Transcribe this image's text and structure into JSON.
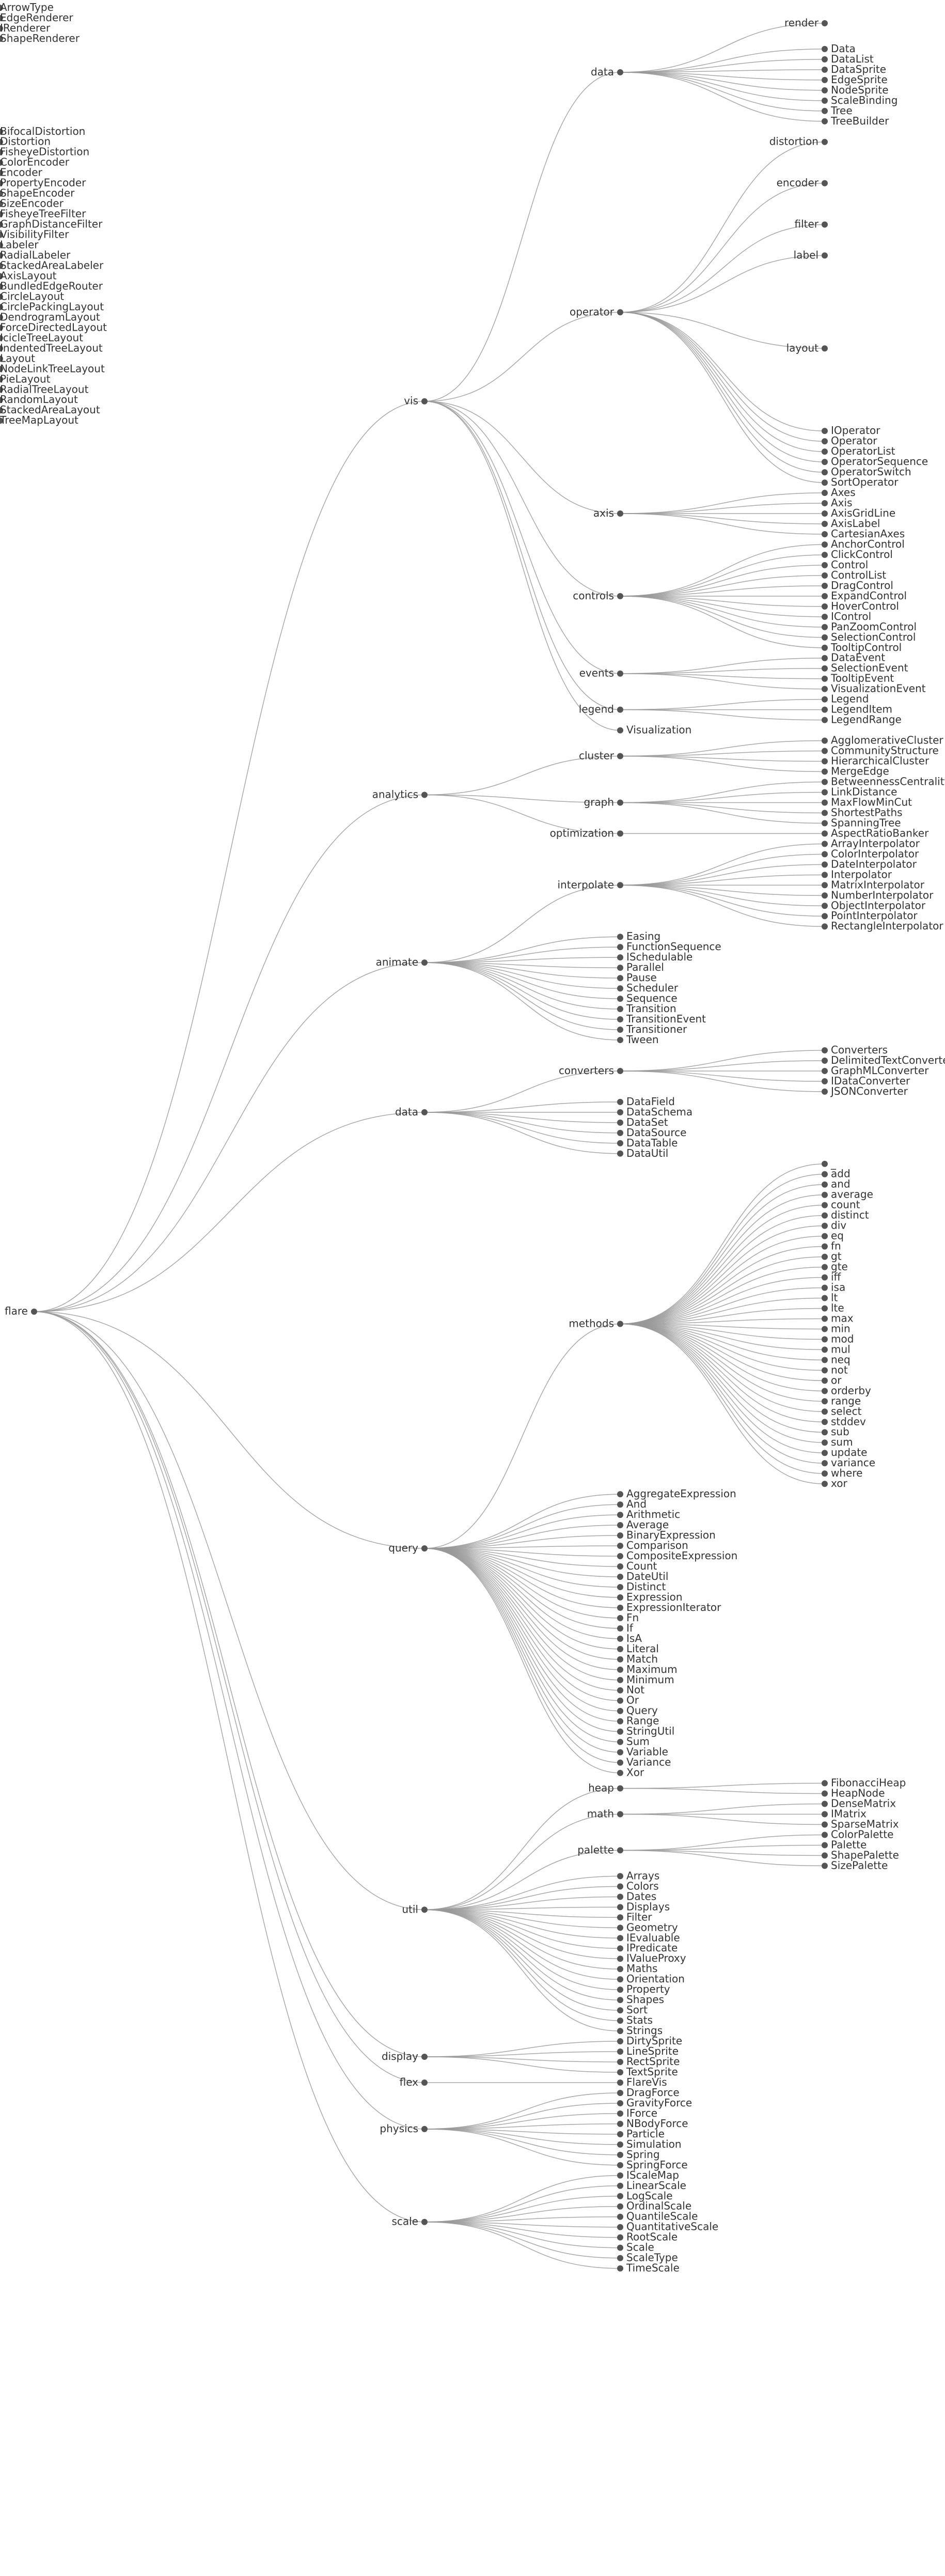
{
  "tree": {
    "name": "flare",
    "children": [
      {
        "name": "vis",
        "children": [
          {
            "name": "data",
            "children": [
              {
                "name": "render",
                "children": [
                  {
                    "name": "ArrowType"
                  },
                  {
                    "name": "EdgeRenderer"
                  },
                  {
                    "name": "IRenderer"
                  },
                  {
                    "name": "ShapeRenderer"
                  }
                ]
              },
              {
                "name": "Data"
              },
              {
                "name": "DataList"
              },
              {
                "name": "DataSprite"
              },
              {
                "name": "EdgeSprite"
              },
              {
                "name": "NodeSprite"
              },
              {
                "name": "ScaleBinding"
              },
              {
                "name": "Tree"
              },
              {
                "name": "TreeBuilder"
              }
            ]
          },
          {
            "name": "operator",
            "children": [
              {
                "name": "distortion",
                "children": [
                  {
                    "name": "BifocalDistortion"
                  },
                  {
                    "name": "Distortion"
                  },
                  {
                    "name": "FisheyeDistortion"
                  }
                ]
              },
              {
                "name": "encoder",
                "children": [
                  {
                    "name": "ColorEncoder"
                  },
                  {
                    "name": "Encoder"
                  },
                  {
                    "name": "PropertyEncoder"
                  },
                  {
                    "name": "ShapeEncoder"
                  },
                  {
                    "name": "SizeEncoder"
                  }
                ]
              },
              {
                "name": "filter",
                "children": [
                  {
                    "name": "FisheyeTreeFilter"
                  },
                  {
                    "name": "GraphDistanceFilter"
                  },
                  {
                    "name": "VisibilityFilter"
                  }
                ]
              },
              {
                "name": "label",
                "children": [
                  {
                    "name": "Labeler"
                  },
                  {
                    "name": "RadialLabeler"
                  },
                  {
                    "name": "StackedAreaLabeler"
                  }
                ]
              },
              {
                "name": "layout",
                "children": [
                  {
                    "name": "AxisLayout"
                  },
                  {
                    "name": "BundledEdgeRouter"
                  },
                  {
                    "name": "CircleLayout"
                  },
                  {
                    "name": "CirclePackingLayout"
                  },
                  {
                    "name": "DendrogramLayout"
                  },
                  {
                    "name": "ForceDirectedLayout"
                  },
                  {
                    "name": "IcicleTreeLayout"
                  },
                  {
                    "name": "IndentedTreeLayout"
                  },
                  {
                    "name": "Layout"
                  },
                  {
                    "name": "NodeLinkTreeLayout"
                  },
                  {
                    "name": "PieLayout"
                  },
                  {
                    "name": "RadialTreeLayout"
                  },
                  {
                    "name": "RandomLayout"
                  },
                  {
                    "name": "StackedAreaLayout"
                  },
                  {
                    "name": "TreeMapLayout"
                  }
                ]
              },
              {
                "name": "IOperator"
              },
              {
                "name": "Operator"
              },
              {
                "name": "OperatorList"
              },
              {
                "name": "OperatorSequence"
              },
              {
                "name": "OperatorSwitch"
              },
              {
                "name": "SortOperator"
              }
            ]
          },
          {
            "name": "axis",
            "children": [
              {
                "name": "Axes"
              },
              {
                "name": "Axis"
              },
              {
                "name": "AxisGridLine"
              },
              {
                "name": "AxisLabel"
              },
              {
                "name": "CartesianAxes"
              }
            ]
          },
          {
            "name": "controls",
            "children": [
              {
                "name": "AnchorControl"
              },
              {
                "name": "ClickControl"
              },
              {
                "name": "Control"
              },
              {
                "name": "ControlList"
              },
              {
                "name": "DragControl"
              },
              {
                "name": "ExpandControl"
              },
              {
                "name": "HoverControl"
              },
              {
                "name": "IControl"
              },
              {
                "name": "PanZoomControl"
              },
              {
                "name": "SelectionControl"
              },
              {
                "name": "TooltipControl"
              }
            ]
          },
          {
            "name": "events",
            "children": [
              {
                "name": "DataEvent"
              },
              {
                "name": "SelectionEvent"
              },
              {
                "name": "TooltipEvent"
              },
              {
                "name": "VisualizationEvent"
              }
            ]
          },
          {
            "name": "legend",
            "children": [
              {
                "name": "Legend"
              },
              {
                "name": "LegendItem"
              },
              {
                "name": "LegendRange"
              }
            ]
          },
          {
            "name": "Visualization"
          }
        ]
      },
      {
        "name": "analytics",
        "children": [
          {
            "name": "cluster",
            "children": [
              {
                "name": "AgglomerativeCluster"
              },
              {
                "name": "CommunityStructure"
              },
              {
                "name": "HierarchicalCluster"
              },
              {
                "name": "MergeEdge"
              }
            ]
          },
          {
            "name": "graph",
            "children": [
              {
                "name": "BetweennessCentrality"
              },
              {
                "name": "LinkDistance"
              },
              {
                "name": "MaxFlowMinCut"
              },
              {
                "name": "ShortestPaths"
              },
              {
                "name": "SpanningTree"
              }
            ]
          },
          {
            "name": "optimization",
            "children": [
              {
                "name": "AspectRatioBanker"
              }
            ]
          }
        ]
      },
      {
        "name": "animate",
        "children": [
          {
            "name": "interpolate",
            "children": [
              {
                "name": "ArrayInterpolator"
              },
              {
                "name": "ColorInterpolator"
              },
              {
                "name": "DateInterpolator"
              },
              {
                "name": "Interpolator"
              },
              {
                "name": "MatrixInterpolator"
              },
              {
                "name": "NumberInterpolator"
              },
              {
                "name": "ObjectInterpolator"
              },
              {
                "name": "PointInterpolator"
              },
              {
                "name": "RectangleInterpolator"
              }
            ]
          },
          {
            "name": "Easing"
          },
          {
            "name": "FunctionSequence"
          },
          {
            "name": "ISchedulable"
          },
          {
            "name": "Parallel"
          },
          {
            "name": "Pause"
          },
          {
            "name": "Scheduler"
          },
          {
            "name": "Sequence"
          },
          {
            "name": "Transition"
          },
          {
            "name": "TransitionEvent"
          },
          {
            "name": "Transitioner"
          },
          {
            "name": "Tween"
          }
        ]
      },
      {
        "name": "data",
        "children": [
          {
            "name": "converters",
            "children": [
              {
                "name": "Converters"
              },
              {
                "name": "DelimitedTextConverter"
              },
              {
                "name": "GraphMLConverter"
              },
              {
                "name": "IDataConverter"
              },
              {
                "name": "JSONConverter"
              }
            ]
          },
          {
            "name": "DataField"
          },
          {
            "name": "DataSchema"
          },
          {
            "name": "DataSet"
          },
          {
            "name": "DataSource"
          },
          {
            "name": "DataTable"
          },
          {
            "name": "DataUtil"
          }
        ]
      },
      {
        "name": "query",
        "children": [
          {
            "name": "methods",
            "children": [
              {
                "name": "_"
              },
              {
                "name": "add"
              },
              {
                "name": "and"
              },
              {
                "name": "average"
              },
              {
                "name": "count"
              },
              {
                "name": "distinct"
              },
              {
                "name": "div"
              },
              {
                "name": "eq"
              },
              {
                "name": "fn"
              },
              {
                "name": "gt"
              },
              {
                "name": "gte"
              },
              {
                "name": "iff"
              },
              {
                "name": "isa"
              },
              {
                "name": "lt"
              },
              {
                "name": "lte"
              },
              {
                "name": "max"
              },
              {
                "name": "min"
              },
              {
                "name": "mod"
              },
              {
                "name": "mul"
              },
              {
                "name": "neq"
              },
              {
                "name": "not"
              },
              {
                "name": "or"
              },
              {
                "name": "orderby"
              },
              {
                "name": "range"
              },
              {
                "name": "select"
              },
              {
                "name": "stddev"
              },
              {
                "name": "sub"
              },
              {
                "name": "sum"
              },
              {
                "name": "update"
              },
              {
                "name": "variance"
              },
              {
                "name": "where"
              },
              {
                "name": "xor"
              }
            ]
          },
          {
            "name": "AggregateExpression"
          },
          {
            "name": "And"
          },
          {
            "name": "Arithmetic"
          },
          {
            "name": "Average"
          },
          {
            "name": "BinaryExpression"
          },
          {
            "name": "Comparison"
          },
          {
            "name": "CompositeExpression"
          },
          {
            "name": "Count"
          },
          {
            "name": "DateUtil"
          },
          {
            "name": "Distinct"
          },
          {
            "name": "Expression"
          },
          {
            "name": "ExpressionIterator"
          },
          {
            "name": "Fn"
          },
          {
            "name": "If"
          },
          {
            "name": "IsA"
          },
          {
            "name": "Literal"
          },
          {
            "name": "Match"
          },
          {
            "name": "Maximum"
          },
          {
            "name": "Minimum"
          },
          {
            "name": "Not"
          },
          {
            "name": "Or"
          },
          {
            "name": "Query"
          },
          {
            "name": "Range"
          },
          {
            "name": "StringUtil"
          },
          {
            "name": "Sum"
          },
          {
            "name": "Variable"
          },
          {
            "name": "Variance"
          },
          {
            "name": "Xor"
          }
        ]
      },
      {
        "name": "util",
        "children": [
          {
            "name": "heap",
            "children": [
              {
                "name": "FibonacciHeap"
              },
              {
                "name": "HeapNode"
              }
            ]
          },
          {
            "name": "math",
            "children": [
              {
                "name": "DenseMatrix"
              },
              {
                "name": "IMatrix"
              },
              {
                "name": "SparseMatrix"
              }
            ]
          },
          {
            "name": "palette",
            "children": [
              {
                "name": "ColorPalette"
              },
              {
                "name": "Palette"
              },
              {
                "name": "ShapePalette"
              },
              {
                "name": "SizePalette"
              }
            ]
          },
          {
            "name": "Arrays"
          },
          {
            "name": "Colors"
          },
          {
            "name": "Dates"
          },
          {
            "name": "Displays"
          },
          {
            "name": "Filter"
          },
          {
            "name": "Geometry"
          },
          {
            "name": "IEvaluable"
          },
          {
            "name": "IPredicate"
          },
          {
            "name": "IValueProxy"
          },
          {
            "name": "Maths"
          },
          {
            "name": "Orientation"
          },
          {
            "name": "Property"
          },
          {
            "name": "Shapes"
          },
          {
            "name": "Sort"
          },
          {
            "name": "Stats"
          },
          {
            "name": "Strings"
          }
        ]
      },
      {
        "name": "display",
        "children": [
          {
            "name": "DirtySprite"
          },
          {
            "name": "LineSprite"
          },
          {
            "name": "RectSprite"
          },
          {
            "name": "TextSprite"
          }
        ]
      },
      {
        "name": "flex",
        "children": [
          {
            "name": "FlareVis"
          }
        ]
      },
      {
        "name": "physics",
        "children": [
          {
            "name": "DragForce"
          },
          {
            "name": "GravityForce"
          },
          {
            "name": "IForce"
          },
          {
            "name": "NBodyForce"
          },
          {
            "name": "Particle"
          },
          {
            "name": "Simulation"
          },
          {
            "name": "Spring"
          },
          {
            "name": "SpringForce"
          }
        ]
      },
      {
        "name": "scale",
        "children": [
          {
            "name": "IScaleMap"
          },
          {
            "name": "LinearScale"
          },
          {
            "name": "LogScale"
          },
          {
            "name": "OrdinalScale"
          },
          {
            "name": "QuantileScale"
          },
          {
            "name": "QuantitativeScale"
          },
          {
            "name": "RootScale"
          },
          {
            "name": "Scale"
          },
          {
            "name": "ScaleType"
          },
          {
            "name": "TimeScale"
          }
        ]
      }
    ]
  }
}
